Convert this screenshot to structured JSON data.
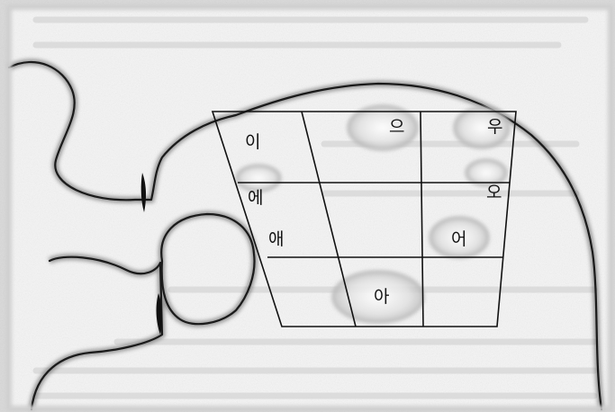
{
  "diagram": {
    "vowels": {
      "i": "이",
      "eu": "으",
      "u": "우",
      "e": "에",
      "o": "오",
      "ae": "애",
      "eo": "어",
      "a": "아"
    },
    "colors": {
      "background": "#d9d9d9",
      "paper": "#f4f4f4",
      "outline": "#1a1a1a",
      "blotch": "#bdbdbd"
    }
  }
}
